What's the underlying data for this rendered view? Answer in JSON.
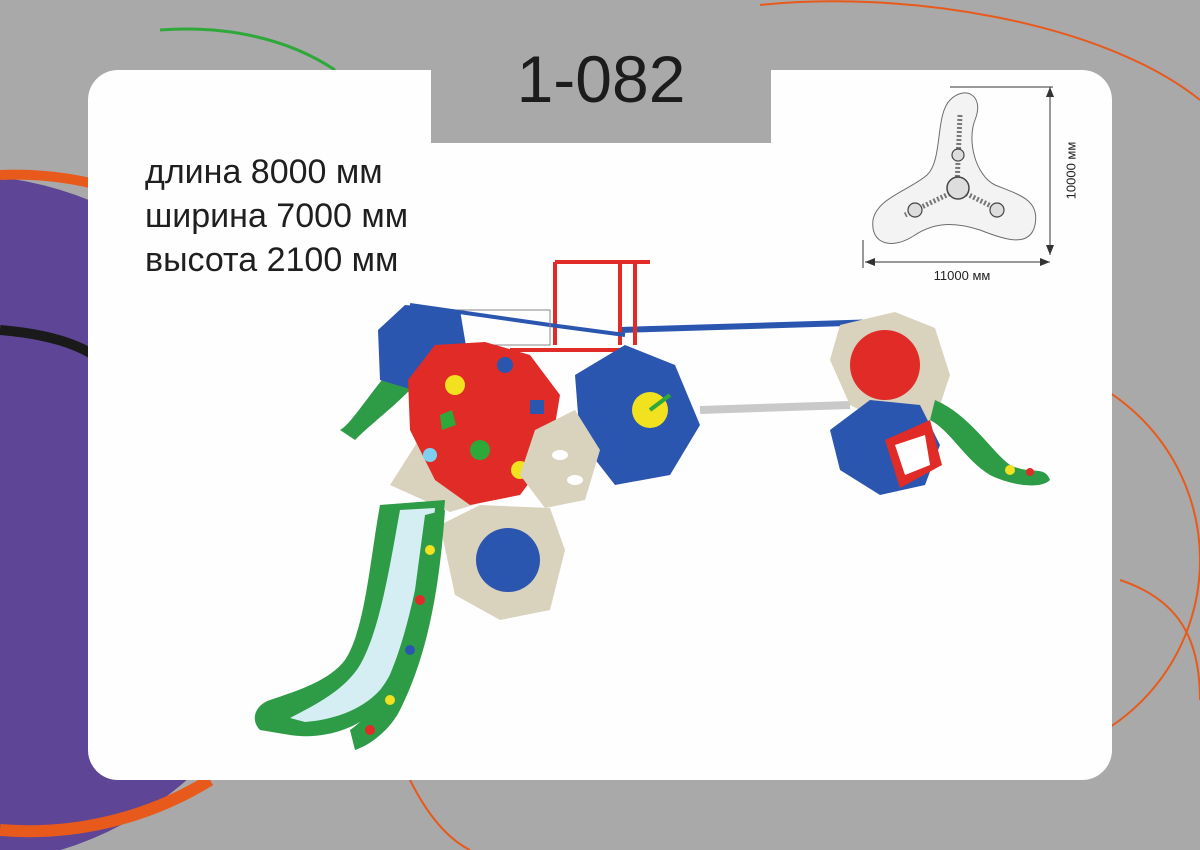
{
  "model_code": "1-082",
  "specs": {
    "length": "длина 8000 мм",
    "width": "ширина 7000 мм",
    "height": "высота 2100 мм"
  },
  "plan": {
    "width_label": "11000 мм",
    "height_label": "10000 мм"
  },
  "colors": {
    "background": "#a9a9a9",
    "card": "#fefefe",
    "purple": "#5f4596",
    "orange": "#e85a1c",
    "green_accent": "#2fa83a",
    "slide_green": "#2e9b47",
    "panel_red": "#e02b26",
    "panel_blue": "#2b56b0",
    "panel_beige": "#d9d2bd"
  },
  "icons": {
    "plan": "playground-plan-icon",
    "render": "playground-render-image"
  }
}
